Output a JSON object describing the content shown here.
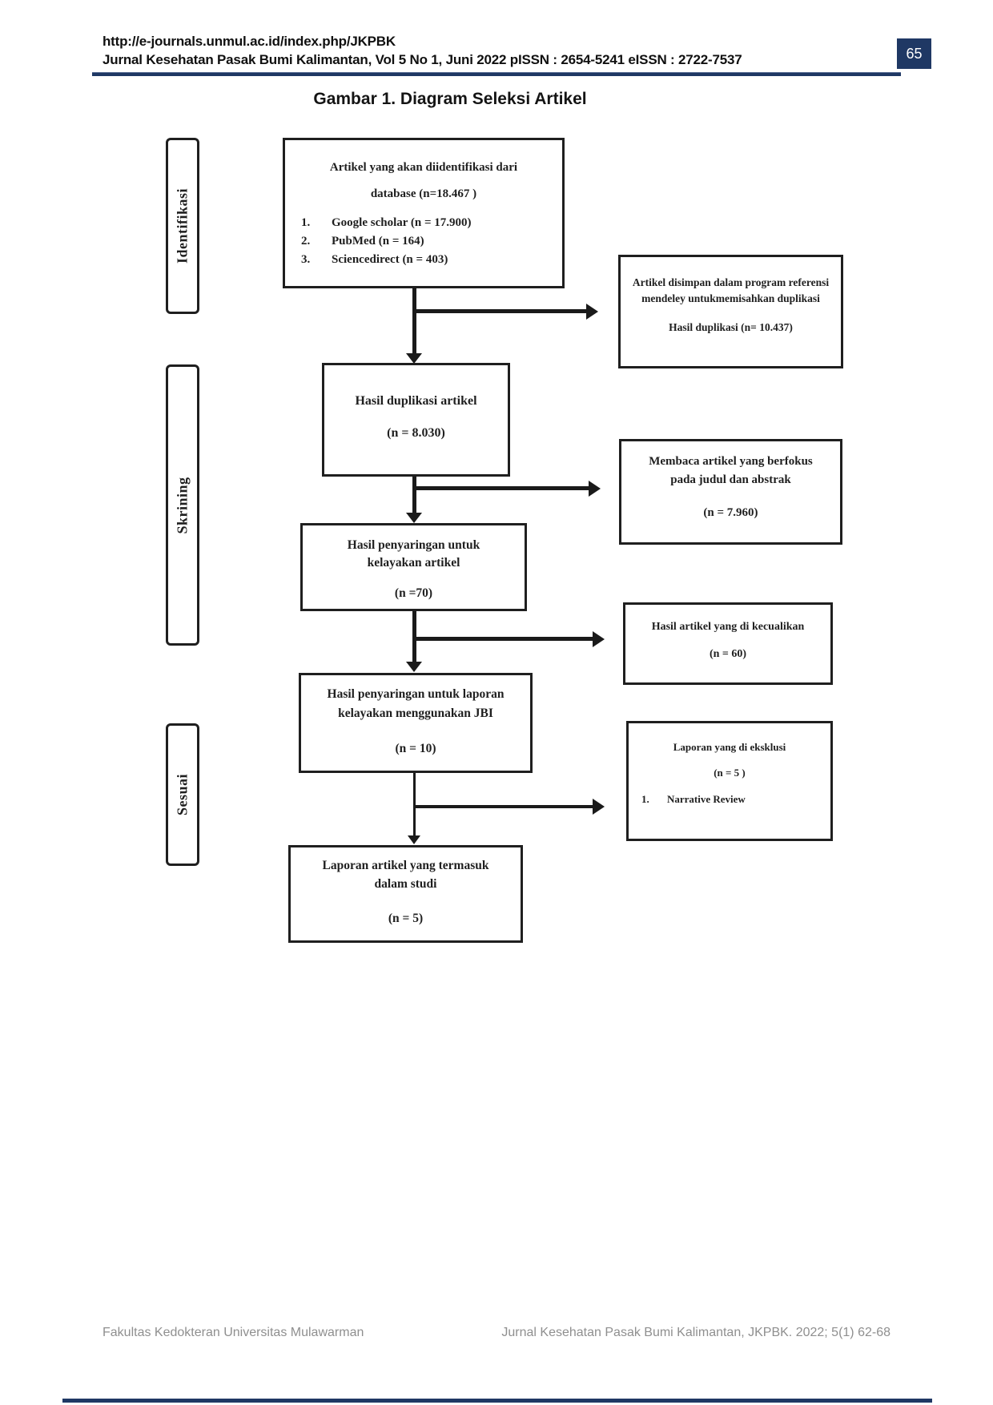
{
  "page": {
    "accent_color": "#1f3864",
    "page_number": "65"
  },
  "header": {
    "url": "http://e-journals.unmul.ac.id/index.php/JKPBK",
    "journal_info": "Jurnal Kesehatan Pasak Bumi Kalimantan, Vol 5 No 1, Juni 2022 pISSN : 2654-5241 eISSN : 2722-7537"
  },
  "figure_title": "Gambar 1. Diagram Seleksi Artikel",
  "diagram": {
    "stage_labels": [
      "Identifikasi",
      "Skrining",
      "Sesuai"
    ],
    "boxes": {
      "identify": {
        "line1": "Artikel yang akan diidentifikasi dari",
        "line2": "database (n=18.467 )",
        "items": [
          {
            "num": "1.",
            "text": "Google scholar (n = 17.900)"
          },
          {
            "num": "2.",
            "text": "PubMed (n = 164)"
          },
          {
            "num": "3.",
            "text": "Sciencedirect (n = 403)"
          }
        ]
      },
      "duplicates": {
        "line1": "Hasil duplikasi artikel",
        "n": "(n = 8.030)"
      },
      "screened": {
        "line1": "Hasil penyaringan untuk",
        "line2": "kelayakan artikel",
        "n": "(n =70)"
      },
      "eligibility": {
        "line1": "Hasil penyaringan untuk laporan",
        "line2": "kelayakan menggunakan JBI",
        "n": "(n = 10)"
      },
      "included": {
        "line1": "Laporan artikel yang termasuk",
        "line2": "dalam studi",
        "n": "(n = 5)"
      }
    },
    "side_boxes": {
      "mendeley": {
        "line1": "Artikel disimpan dalam program referensi",
        "line2": "mendeley untukmemisahkan duplikasi",
        "n": "Hasil duplikasi (n= 10.437)"
      },
      "title_abstract": {
        "line1": "Membaca artikel yang berfokus",
        "line2": "pada judul dan abstrak",
        "n": "(n = 7.960)"
      },
      "excluded": {
        "line1": "Hasil artikel yang di kecualikan",
        "n": "(n = 60)"
      },
      "excluded_reports": {
        "line1": "Laporan yang di eksklusi",
        "n": "(n = 5 )",
        "items": [
          {
            "num": "1.",
            "text": "Narrative Review"
          }
        ]
      }
    }
  },
  "footer": {
    "left": "Fakultas Kedokteran Universitas Mulawarman",
    "right": "Jurnal Kesehatan Pasak Bumi Kalimantan, JKPBK. 2022; 5(1) 62-68"
  }
}
